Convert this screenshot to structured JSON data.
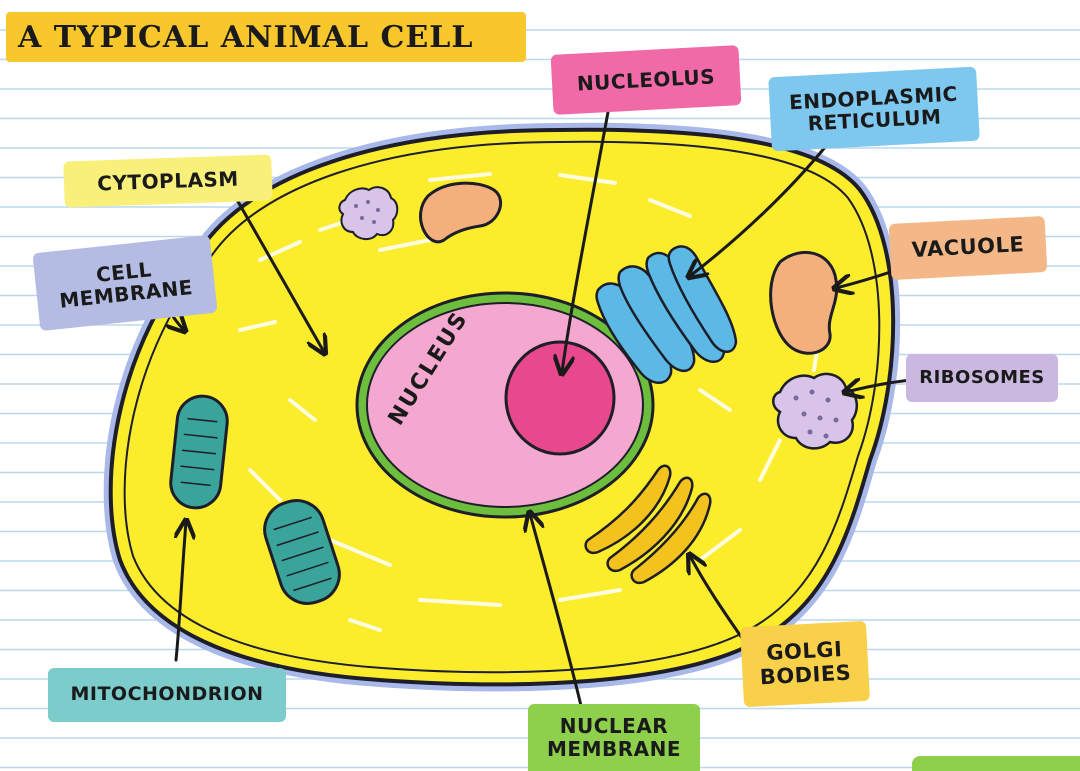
{
  "title": "A TYPICAL ANIMAL CELL",
  "labels": {
    "cytoplasm": "CYTOPLASM",
    "cell_membrane_1": "CELL",
    "cell_membrane_2": "MEMBRANE",
    "nucleolus": "NUCLEOLUS",
    "endoplasmic_reticulum_1": "ENDOPLASMIC",
    "endoplasmic_reticulum_2": "RETICULUM",
    "vacuole": "VACUOLE",
    "ribosomes": "RIBOSOMES",
    "nucleus": "NUCLEUS",
    "mitochondrion": "MITOCHONDRION",
    "nuclear_membrane_1": "NUCLEAR",
    "nuclear_membrane_2": "MEMBRANE",
    "golgi_bodies_1": "GOLGI",
    "golgi_bodies_2": "BODIES"
  },
  "colors": {
    "title_highlight": "#f7c72c",
    "cytoplasm_fill": "#fbec2c",
    "cell_outline": "#1e1e2a",
    "membrane_halo": "#a8b8e8",
    "nucleus_fill": "#f4a7cf",
    "nuclear_membrane": "#6cbe3c",
    "nucleolus_fill": "#e8488c",
    "er_fill": "#5cb8e4",
    "vacuole_fill": "#f4b07c",
    "ribosome_fill": "#d8c4e8",
    "mitochondrion_fill": "#3aa39a",
    "golgi_fill": "#f4c21c",
    "label_yellow": "#f8f07a",
    "label_pink": "#f06aa8",
    "label_blue": "#7ec8f0",
    "label_orange": "#f4b888",
    "label_purple": "#cab8e0",
    "label_slate": "#b4bce4",
    "label_teal": "#7ccccc",
    "label_green": "#8ed04c",
    "label_gold": "#f8d04a",
    "ruled_line": "#bcd8ec"
  }
}
